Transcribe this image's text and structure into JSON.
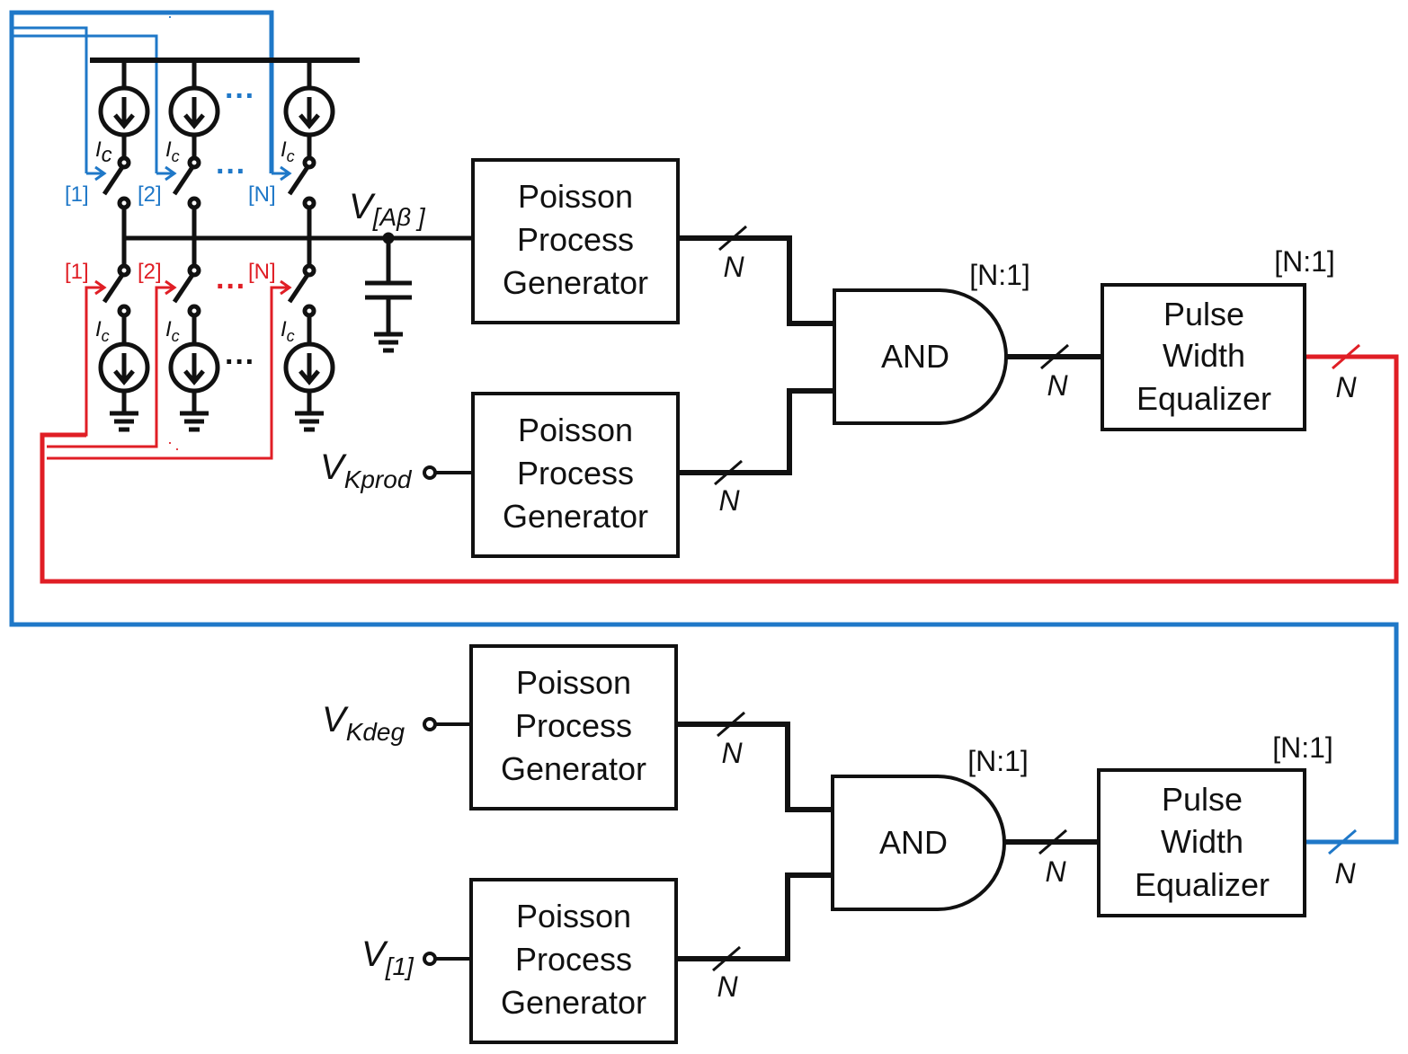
{
  "colors": {
    "black": "#111111",
    "blue": "#1f78c8",
    "red": "#e01e25"
  },
  "blocks": {
    "ppg1": [
      "Poisson",
      "Process",
      "Generator"
    ],
    "ppg2": [
      "Poisson",
      "Process",
      "Generator"
    ],
    "ppg3": [
      "Poisson",
      "Process",
      "Generator"
    ],
    "ppg4": [
      "Poisson",
      "Process",
      "Generator"
    ],
    "pwe1": [
      "Pulse",
      "Width",
      "Equalizer"
    ],
    "pwe2": [
      "Pulse",
      "Width",
      "Equalizer"
    ]
  },
  "gates": {
    "and1": "AND",
    "and2": "AND",
    "and1_range": "[N:1]",
    "and2_range": "[N:1]",
    "pwe1_range": "[N:1]",
    "pwe2_range": "[N:1]"
  },
  "bus_label": "N",
  "inputs": {
    "v_abeta": {
      "main": "V",
      "sub": "[Aβ ]"
    },
    "v_kprod": {
      "main": "V",
      "sub": "Kprod"
    },
    "v_kdeg": {
      "main": "V",
      "sub": "Kdeg"
    },
    "v_1": {
      "main": "V",
      "sub": "[1]"
    }
  },
  "current_source_label": {
    "main": "I",
    "sub": "c"
  },
  "switch_indices": [
    "[1]",
    "[2]",
    "[N]"
  ],
  "ellipsis": "···"
}
